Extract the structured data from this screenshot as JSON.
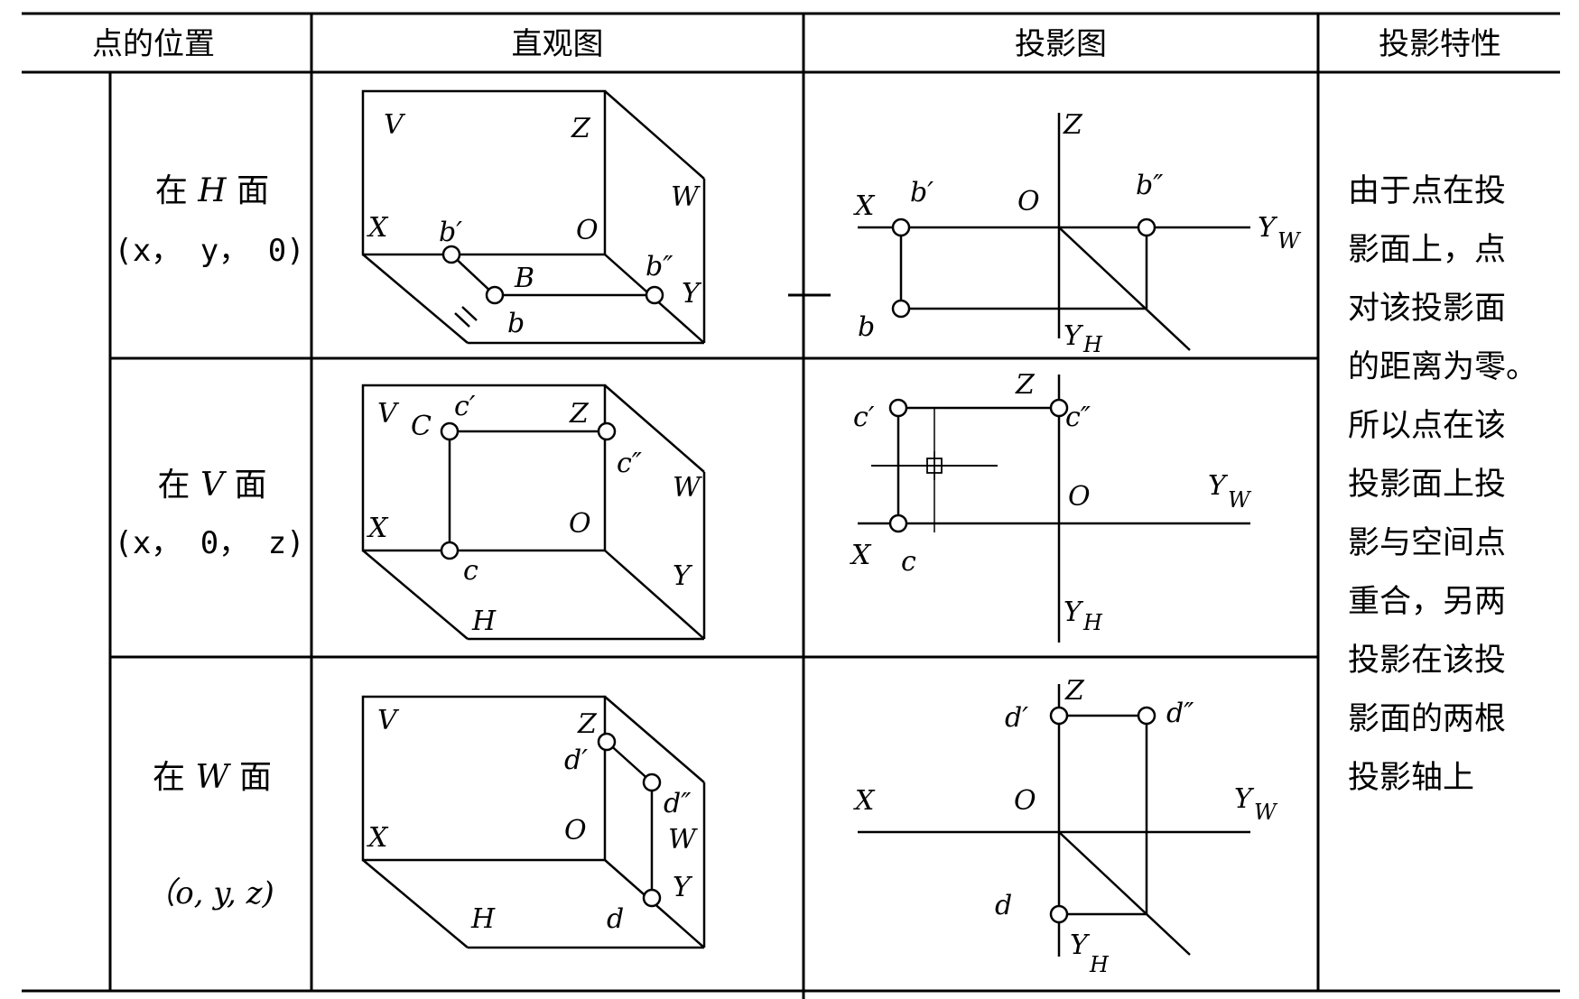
{
  "headers": {
    "position": "点的位置",
    "intuitive": "直观图",
    "projection": "投影图",
    "property": "投影特性"
  },
  "rows": [
    {
      "label_pre": "在",
      "label_var": "H",
      "label_post": "面",
      "coord": "(x， y， 0)"
    },
    {
      "label_pre": "在",
      "label_var": "V",
      "label_post": "面",
      "coord": "(x， 0， z)"
    },
    {
      "label_pre": "在",
      "label_var": "W",
      "label_post": "面",
      "coord": "（o, y, z)"
    }
  ],
  "property_lines": [
    "由于点在投",
    "影面上，点",
    "对该投影面",
    "的距离为零。",
    "所以点在该",
    "投影面上投",
    "影与空间点",
    "重合，另两",
    "投影在该投",
    "影面的两根",
    "投影轴上"
  ],
  "diagram_labels": {
    "V": "V",
    "H": "H",
    "W": "W",
    "X": "X",
    "Y": "Y",
    "Z": "Z",
    "O": "O",
    "YW": "Y",
    "YH": "Y",
    "sub_W": "W",
    "sub_H": "H",
    "b_prime": "b′",
    "b_double": "b″",
    "b": "b",
    "B": "B",
    "c_prime": "c′",
    "c_double": "c″",
    "c": "c",
    "C": "C",
    "d_prime": "d′",
    "d_double": "d″",
    "d": "d"
  }
}
